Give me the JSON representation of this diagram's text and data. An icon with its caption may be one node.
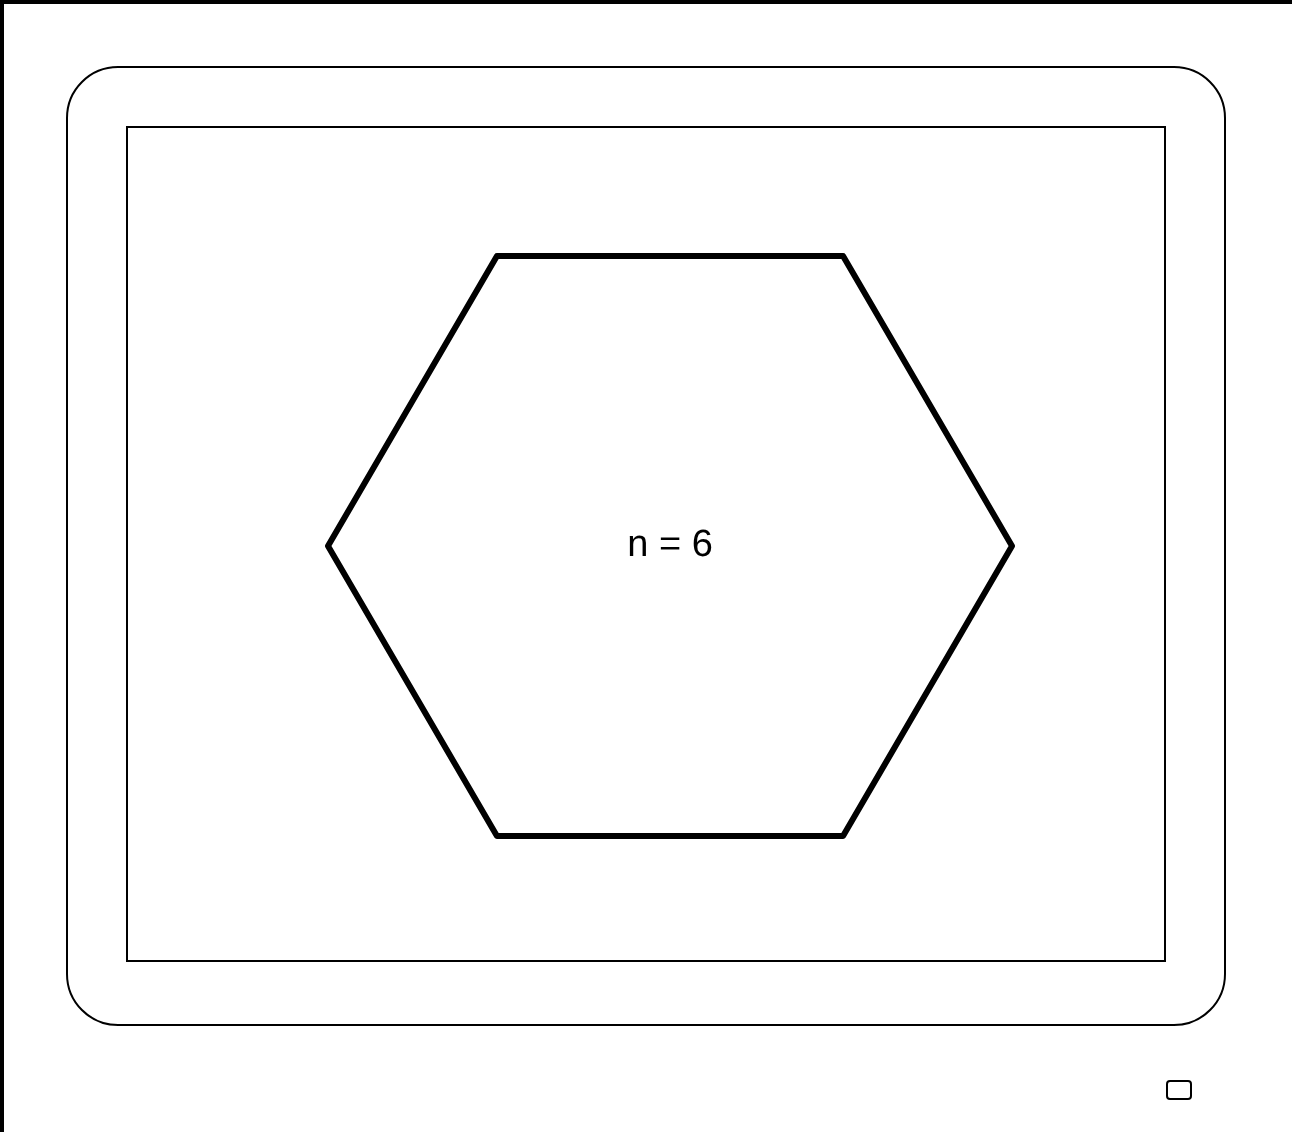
{
  "diagram": {
    "nodes": [
      {
        "text": [],
        "shape": "box"
      },
      {
        "text": [],
        "shape": "box",
        "in": 0
      },
      {
        "text": [
          "n = 6"
        ],
        "in": 1
      }
    ]
  }
}
